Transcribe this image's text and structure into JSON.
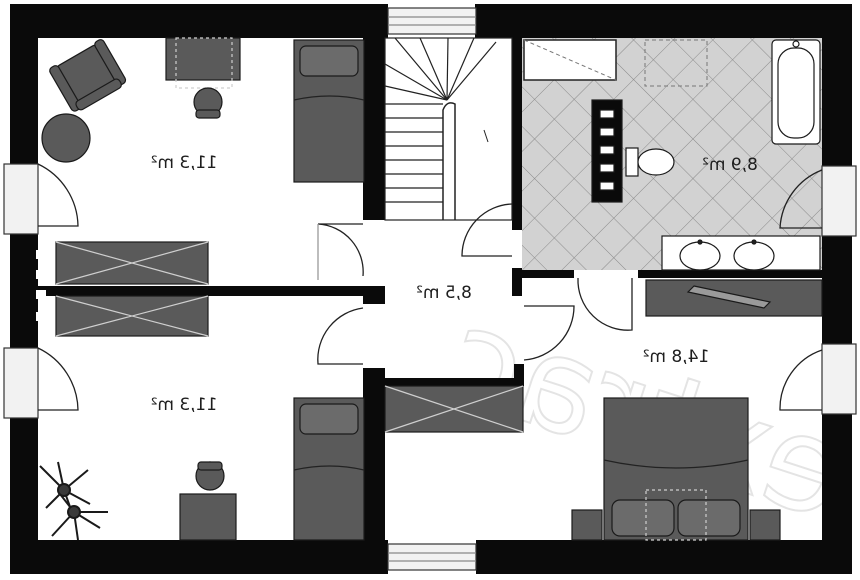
{
  "rooms": [
    {
      "id": "bedroom-top-left",
      "area": "11,3 m²"
    },
    {
      "id": "bedroom-bottom-left",
      "area": "11,3 m²"
    },
    {
      "id": "hallway",
      "area": "8,5 m²"
    },
    {
      "id": "bathroom",
      "area": "8,9 m²"
    },
    {
      "id": "master-bedroom",
      "area": "14,8 m²"
    }
  ],
  "watermark": "extrac",
  "colors": {
    "wall": "#0a0a0a",
    "furniture": "#5a5a5a",
    "tile_floor": "#d2d2d2",
    "window_frame": "#bbbbbb"
  }
}
